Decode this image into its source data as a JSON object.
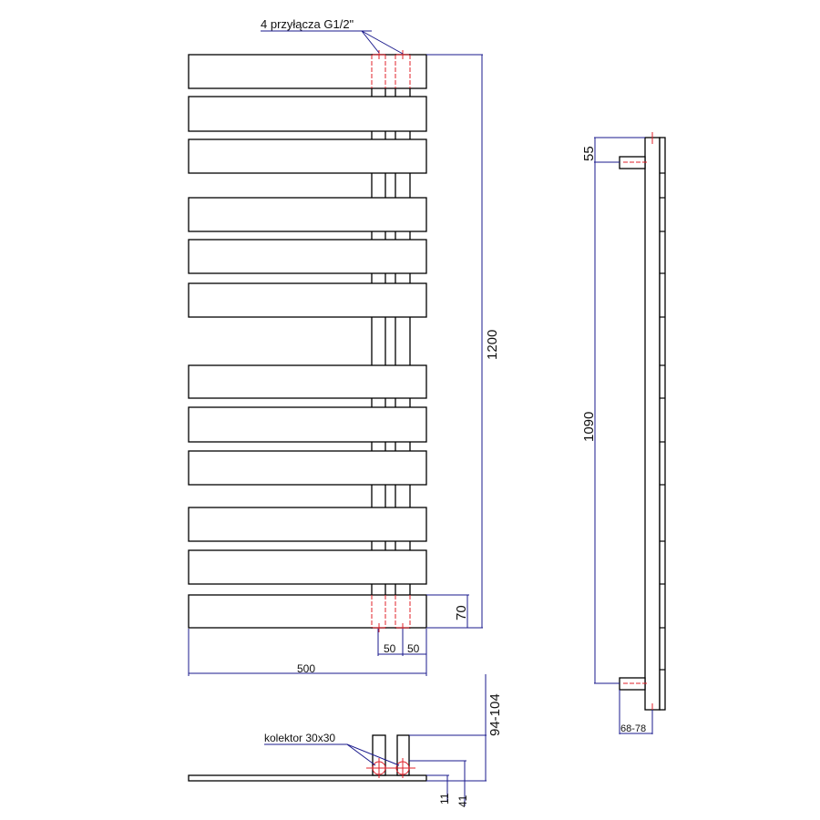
{
  "labels": {
    "connections": "4 przyłącza G1/2\"",
    "collector": "kolektor 30x30"
  },
  "dimensions": {
    "height_total": "1200",
    "bottom_offset": "70",
    "spacing_1": "50",
    "spacing_2": "50",
    "width": "500",
    "depth_range": "94-104",
    "base_11": "11",
    "base_41": "41",
    "top_offset": "55",
    "mount_spacing": "1090",
    "wall_distance": "68-78"
  },
  "colors": {
    "outline": "#000000",
    "dimension": "#1a1a8c",
    "centerline": "#e0202a"
  }
}
